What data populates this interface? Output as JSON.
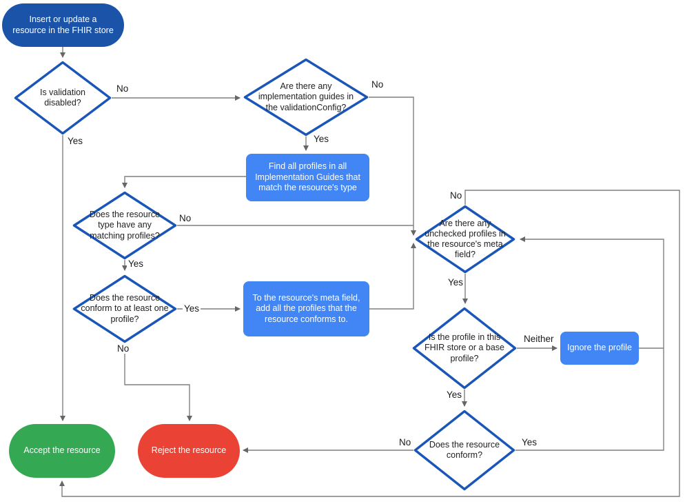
{
  "nodes": {
    "start": "Insert or update a resource in the FHIR store",
    "validation_disabled": "Is validation disabled?",
    "implementation_guides": "Are there any implementation guides in the validationConfig?",
    "find_profiles": "Find all profiles in all Implementation Guides that match the resource's type",
    "matching_profiles": "Does the resource type have any matching profiles?",
    "conform_one": "Does the resource conform to at least one profile?",
    "add_profiles": "To the resource's meta field, add all the profiles that the resource conforms to.",
    "unchecked_profiles": "Are there any unchecked profiles in the resource's meta field?",
    "profile_in_store": "Is the profile in this FHIR store or a base profile?",
    "ignore_profile": "Ignore the profile",
    "resource_conform": "Does the resource conform?",
    "accept": "Accept the resource",
    "reject": "Reject the resource"
  },
  "edge_labels": {
    "validation_no": "No",
    "validation_yes": "Yes",
    "guides_no": "No",
    "guides_yes": "Yes",
    "matching_no": "No",
    "matching_yes": "Yes",
    "conform_one_yes": "Yes",
    "conform_one_no": "No",
    "unchecked_no": "No",
    "unchecked_yes": "Yes",
    "profile_neither": "Neither",
    "profile_yes": "Yes",
    "conform_no": "No",
    "conform_yes": "Yes"
  },
  "colors": {
    "start_bg": "#1a53a8",
    "process_bg": "#4285f4",
    "accept_bg": "#34a853",
    "reject_bg": "#ea4335",
    "diamond_border": "#1a56b8",
    "line": "#7f7f7f",
    "arrow": "#666666"
  }
}
